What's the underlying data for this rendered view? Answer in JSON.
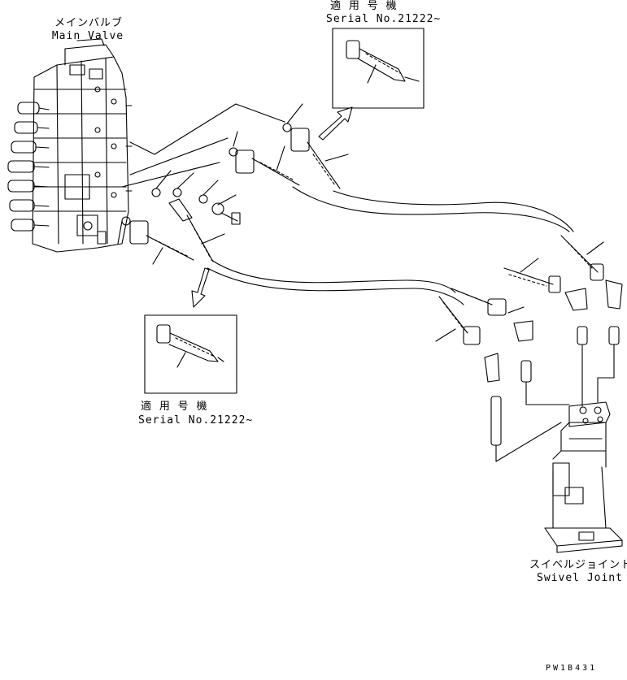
{
  "labels": {
    "main_valve_jp": "メインバルブ",
    "main_valve_en": "Main Valve",
    "serial_top_jp": "適 用 号 機",
    "serial_top_en": "Serial No.21222~",
    "serial_bottom_jp": "適 用 号 機",
    "serial_bottom_en": "Serial No.21222~",
    "swivel_jp": "スイベルジョイント",
    "swivel_en": "Swivel Joint",
    "drawing_code": "PW1B431"
  }
}
